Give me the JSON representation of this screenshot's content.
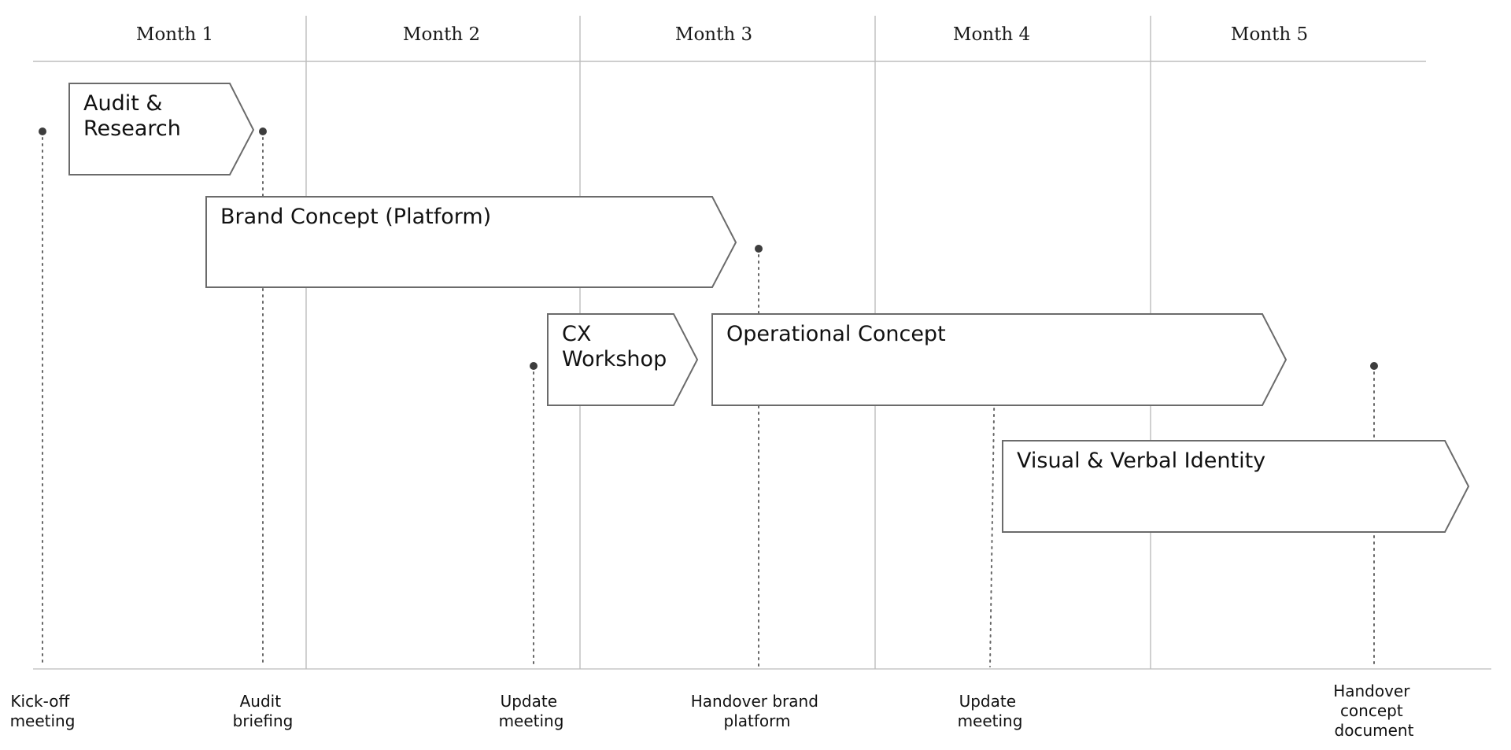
{
  "months": [
    "Month 1",
    "Month 2",
    "Month 3",
    "Month 4",
    "Month 5"
  ],
  "phases": [
    {
      "id": "audit",
      "lines": [
        "Audit &",
        "Research"
      ]
    },
    {
      "id": "brand",
      "lines": [
        "Brand Concept (Platform)"
      ]
    },
    {
      "id": "cx",
      "lines": [
        "CX",
        "Workshop"
      ]
    },
    {
      "id": "operational",
      "lines": [
        "Operational Concept"
      ]
    },
    {
      "id": "identity",
      "lines": [
        "Visual & Verbal Identity"
      ]
    }
  ],
  "milestones": [
    {
      "id": "kickoff",
      "lines": [
        "Kick-off",
        "meeting"
      ]
    },
    {
      "id": "audit-briefing",
      "lines": [
        "Audit",
        "briefing"
      ]
    },
    {
      "id": "update-1",
      "lines": [
        "Update",
        "meeting"
      ]
    },
    {
      "id": "handover-brand",
      "lines": [
        "Handover brand",
        "platform"
      ]
    },
    {
      "id": "update-2",
      "lines": [
        "Update",
        "meeting"
      ]
    },
    {
      "id": "handover-concept",
      "lines": [
        "Handover",
        "concept",
        "document"
      ]
    }
  ]
}
